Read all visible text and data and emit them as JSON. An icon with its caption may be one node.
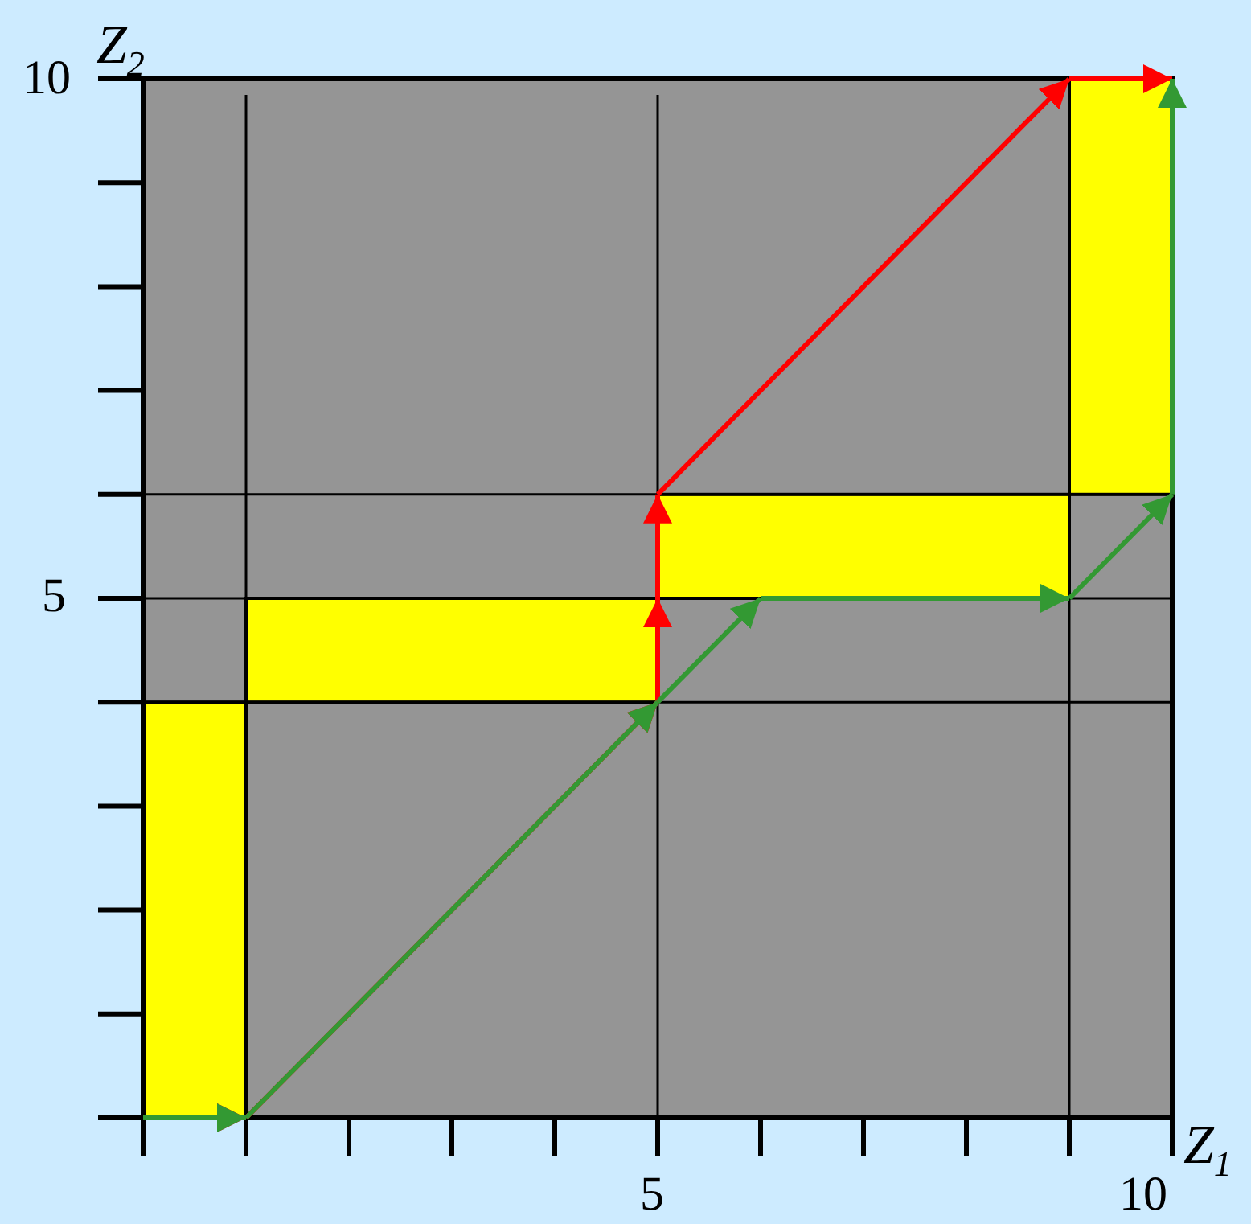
{
  "diagram": {
    "labels": [
      "Z$_{2}$",
      "10",
      "5",
      "5",
      "10",
      "Z$_{1}$"
    ]
  }
}
